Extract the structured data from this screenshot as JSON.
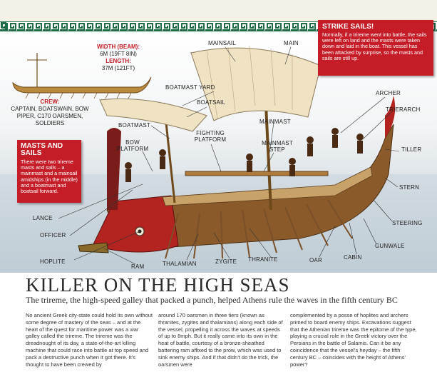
{
  "specs": {
    "width_label": "WIDTH (BEAM):",
    "width_value": "6M (19FT 8IN)",
    "length_label": "LENGTH:",
    "length_value": "37M (121FT)",
    "crew_label": "CREW:",
    "crew_value": "CAPTAIN, BOATSWAIN, BOW PIPER, C170 OARSMEN, SOLDIERS"
  },
  "boxes": {
    "masts_title": "MASTS AND SAILS",
    "masts_body": "There were two trireme masts and sails – a mainmast and a mainsail amidships (in the middle) and a boatmast and boatsail forward.",
    "strike_title": "STRIKE SAILS!",
    "strike_body": "Normally, if a trireme went into battle, the sails were left on land and the masts were taken down and laid in the boat. This vessel has been attacked by surprise, so the masts and sails are still up."
  },
  "labels": {
    "mainsail": "MAINSAIL",
    "main": "MAIN",
    "boatmast_yard": "BOATMAST YARD",
    "boatsail": "BOATSAIL",
    "boatmast": "BOATMAST",
    "fighting_platform": "FIGHTING PLATFORM",
    "bow_platform": "BOW PLATFORM",
    "mainmast": "MAINMAST",
    "mainmast_step": "MAINMAST STEP",
    "archer": "ARCHER",
    "trierarch": "TRIERARCH",
    "tiller": "TILLER",
    "stern": "STERN",
    "steering": "STEERING",
    "gunwale": "GUNWALE",
    "cabin": "CABIN",
    "oar": "OAR",
    "thranite": "THRANITE",
    "zygite": "ZYGITE",
    "thalamian": "THALAMIAN",
    "ram": "RAM",
    "hoplite": "HOPLITE",
    "officer": "OFFICER",
    "lance": "LANCE"
  },
  "article": {
    "title": "KILLER ON THE HIGH SEAS",
    "subtitle": "The trireme, the high-speed galley that packed a punch, helped Athens rule the waves in the fifth century BC",
    "col1": "No ancient Greek city-state could hold its own without some degree of mastery of the seas – and at the heart of the quest for maritime power was a war galley called the trireme. The trireme was the dreadnought of its day, a state-of-the-art killing machine that could race into battle at top speed and pack a destructive punch when it got there. It's thought to have been crewed by",
    "col2": "around 170 oarsmen in three tiers (known as thranites, zygites and thalamians) along each side of the vessel, propelling it across the waves at speeds of up to 8mph. But it really came into its own in the heat of battle, courtesy of a bronze-sheathed battering ram affixed to the prow, which was used to sink enemy ships. And if that didn't do the trick, the oarsmen were",
    "col3": "complemented by a posse of hoplites and archers primed to board enemy ships. Excavations suggest that the Athenian trireme was the epitome of the type, playing a crucial role in the Greek victory over the Persians in the battle of Salamis. Can it be any coincidence that the vessel's heyday – the fifth century BC – coincides with the height of Athens' power?"
  },
  "colors": {
    "accent_red": "#c41d28",
    "meander_green": "#1e6b45",
    "hull_red": "#b3231f",
    "wood": "#8a5a2b",
    "sail": "#efe3c4"
  }
}
